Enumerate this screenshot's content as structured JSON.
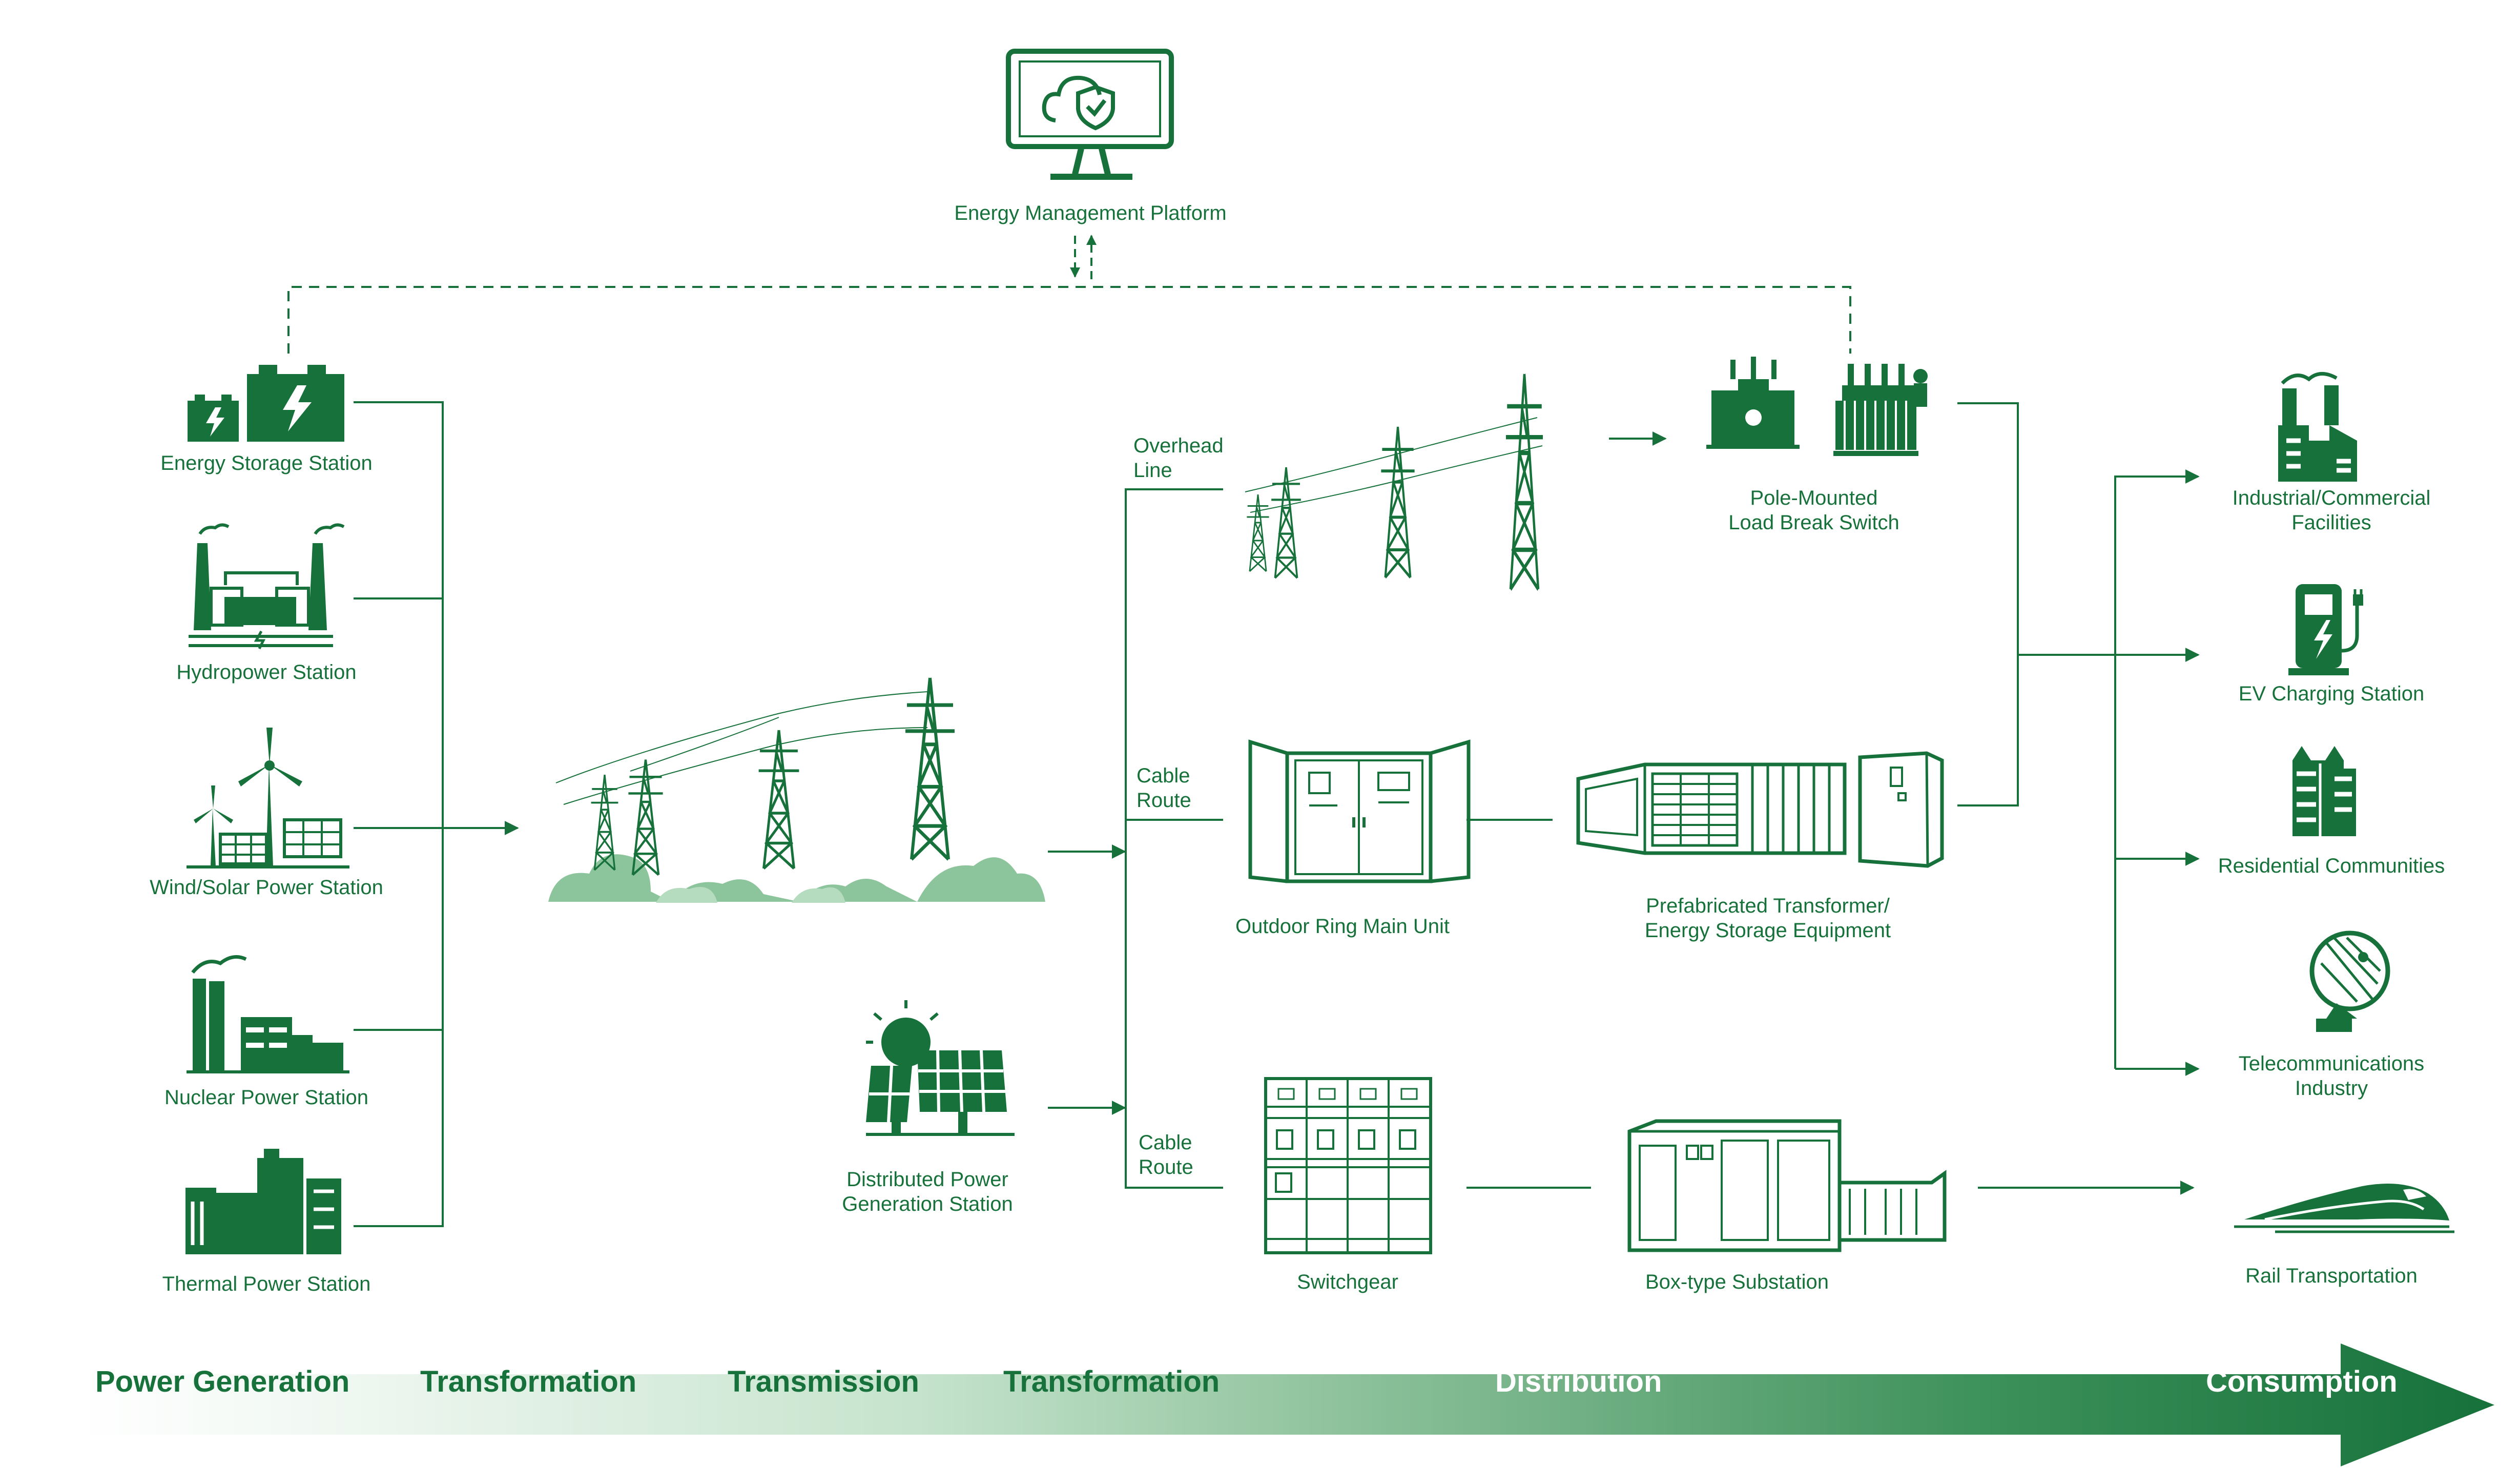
{
  "platform": {
    "label": "Energy Management Platform"
  },
  "generation": {
    "energy_storage": "Energy Storage Station",
    "hydropower": "Hydropower Station",
    "wind_solar": "Wind/Solar Power Station",
    "nuclear": "Nuclear Power Station",
    "thermal": "Thermal Power Station"
  },
  "distributed": {
    "line1": "Distributed Power",
    "line2": "Generation Station"
  },
  "routes": {
    "overhead": {
      "line1": "Overhead",
      "line2": "Line"
    },
    "cable1": {
      "line1": "Cable",
      "line2": "Route"
    },
    "cable2": {
      "line1": "Cable",
      "line2": "Route"
    }
  },
  "equipment": {
    "pole_switch": {
      "line1": "Pole-Mounted",
      "line2": "Load Break Switch"
    },
    "ring_main_unit": "Outdoor Ring Main Unit",
    "prefab": {
      "line1": "Prefabricated Transformer/",
      "line2": "Energy Storage Equipment"
    },
    "switchgear": "Switchgear",
    "box_substation": "Box-type Substation"
  },
  "consumers": {
    "industrial": {
      "line1": "Industrial/Commercial",
      "line2": "Facilities"
    },
    "ev": "EV Charging Station",
    "residential": "Residential Communities",
    "telecom": {
      "line1": "Telecommunications",
      "line2": "Industry"
    },
    "rail": "Rail Transportation"
  },
  "stages": [
    "Power Generation",
    "Transformation",
    "Transmission",
    "Transformation",
    "Distribution",
    "Consumption"
  ],
  "colors": {
    "primary": "#16713a",
    "light_green": "#8cc49b",
    "pale_green": "#b5dcbf",
    "white": "#ffffff"
  }
}
